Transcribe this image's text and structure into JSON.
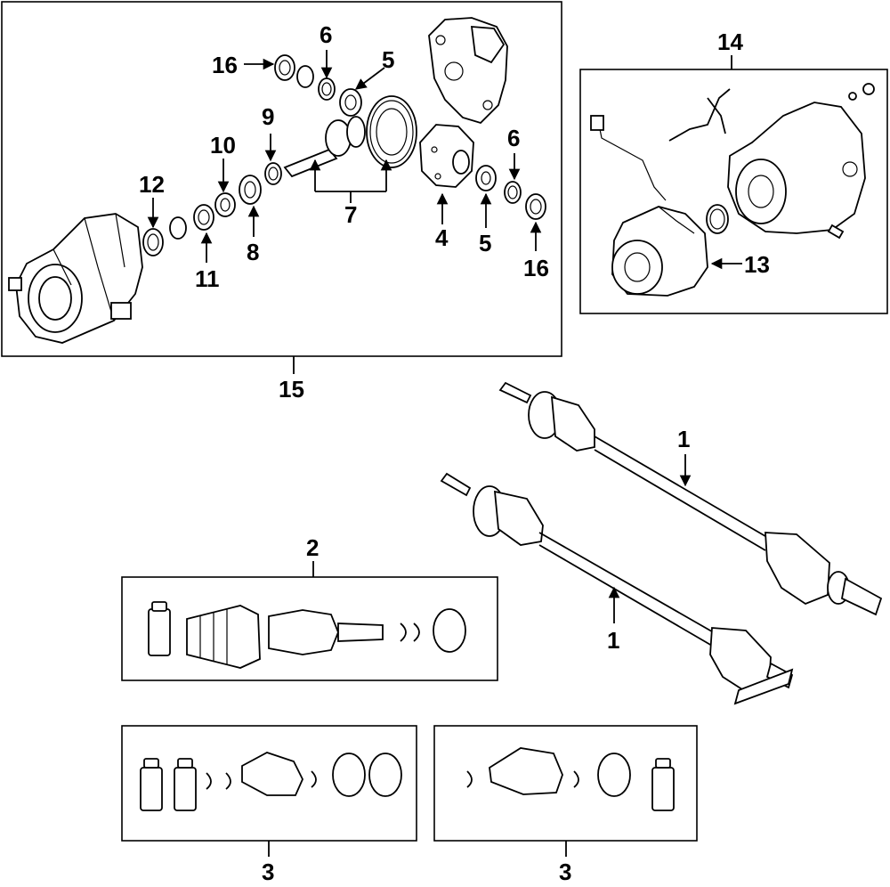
{
  "callouts": {
    "c1a": "1",
    "c1b": "1",
    "c2": "2",
    "c3a": "3",
    "c3b": "3",
    "c4": "4",
    "c5a": "5",
    "c5b": "5",
    "c6a": "6",
    "c6b": "6",
    "c7": "7",
    "c8": "8",
    "c9": "9",
    "c10": "10",
    "c11": "11",
    "c12": "12",
    "c13": "13",
    "c14": "14",
    "c15": "15",
    "c16a": "16",
    "c16b": "16"
  }
}
